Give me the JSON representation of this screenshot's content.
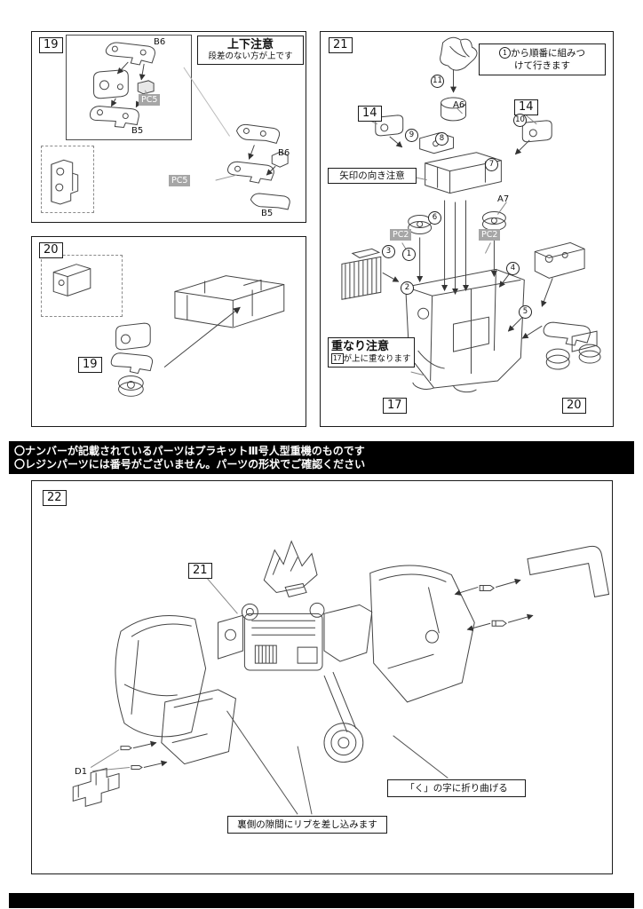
{
  "colors": {
    "ink": "#444444",
    "grey_label_bg": "#a6a6a6",
    "bar_bg": "#000000"
  },
  "step19": {
    "number": "19",
    "note": {
      "title": "上下注意",
      "body": "段差のない方が上です"
    },
    "labels": {
      "b6_top": "B6",
      "pc5_top": "PC5",
      "b5_top": "B5",
      "b6_bottom": "B6",
      "pc5_bottom": "PC5",
      "b5_bottom": "B5"
    }
  },
  "step20": {
    "number": "20",
    "ref": "19"
  },
  "step21": {
    "number": "21",
    "note_order": {
      "circ": "1",
      "line1": "から順番に組みつ",
      "line2": "けて行きます"
    },
    "note_arrow": "矢印の向き注意",
    "note_overlap": {
      "title": "重なり注意",
      "ref": "17",
      "body": "が上に重なります"
    },
    "boxes": {
      "b14_left": "14",
      "b14_right": "14",
      "b17": "17",
      "b20": "20"
    },
    "part_labels": {
      "a6": "A6",
      "a7": "A7",
      "pc2_left": "PC2",
      "pc2_right": "PC2"
    },
    "circles": [
      "11",
      "9",
      "8",
      "10",
      "7",
      "6",
      "3",
      "1",
      "2",
      "4",
      "5"
    ]
  },
  "notice": {
    "line1": "〇ナンバーが記載されているパーツはプラキットⅢ号人型重機のものです",
    "line2": "〇レジンパーツには番号がございません。パーツの形状でご確認ください"
  },
  "step22": {
    "number": "22",
    "ref": "21",
    "d1": "D1",
    "note_fold": "「く」の字に折り曲げる",
    "note_rib": "裏側の隙間にリブを差し込みます"
  }
}
